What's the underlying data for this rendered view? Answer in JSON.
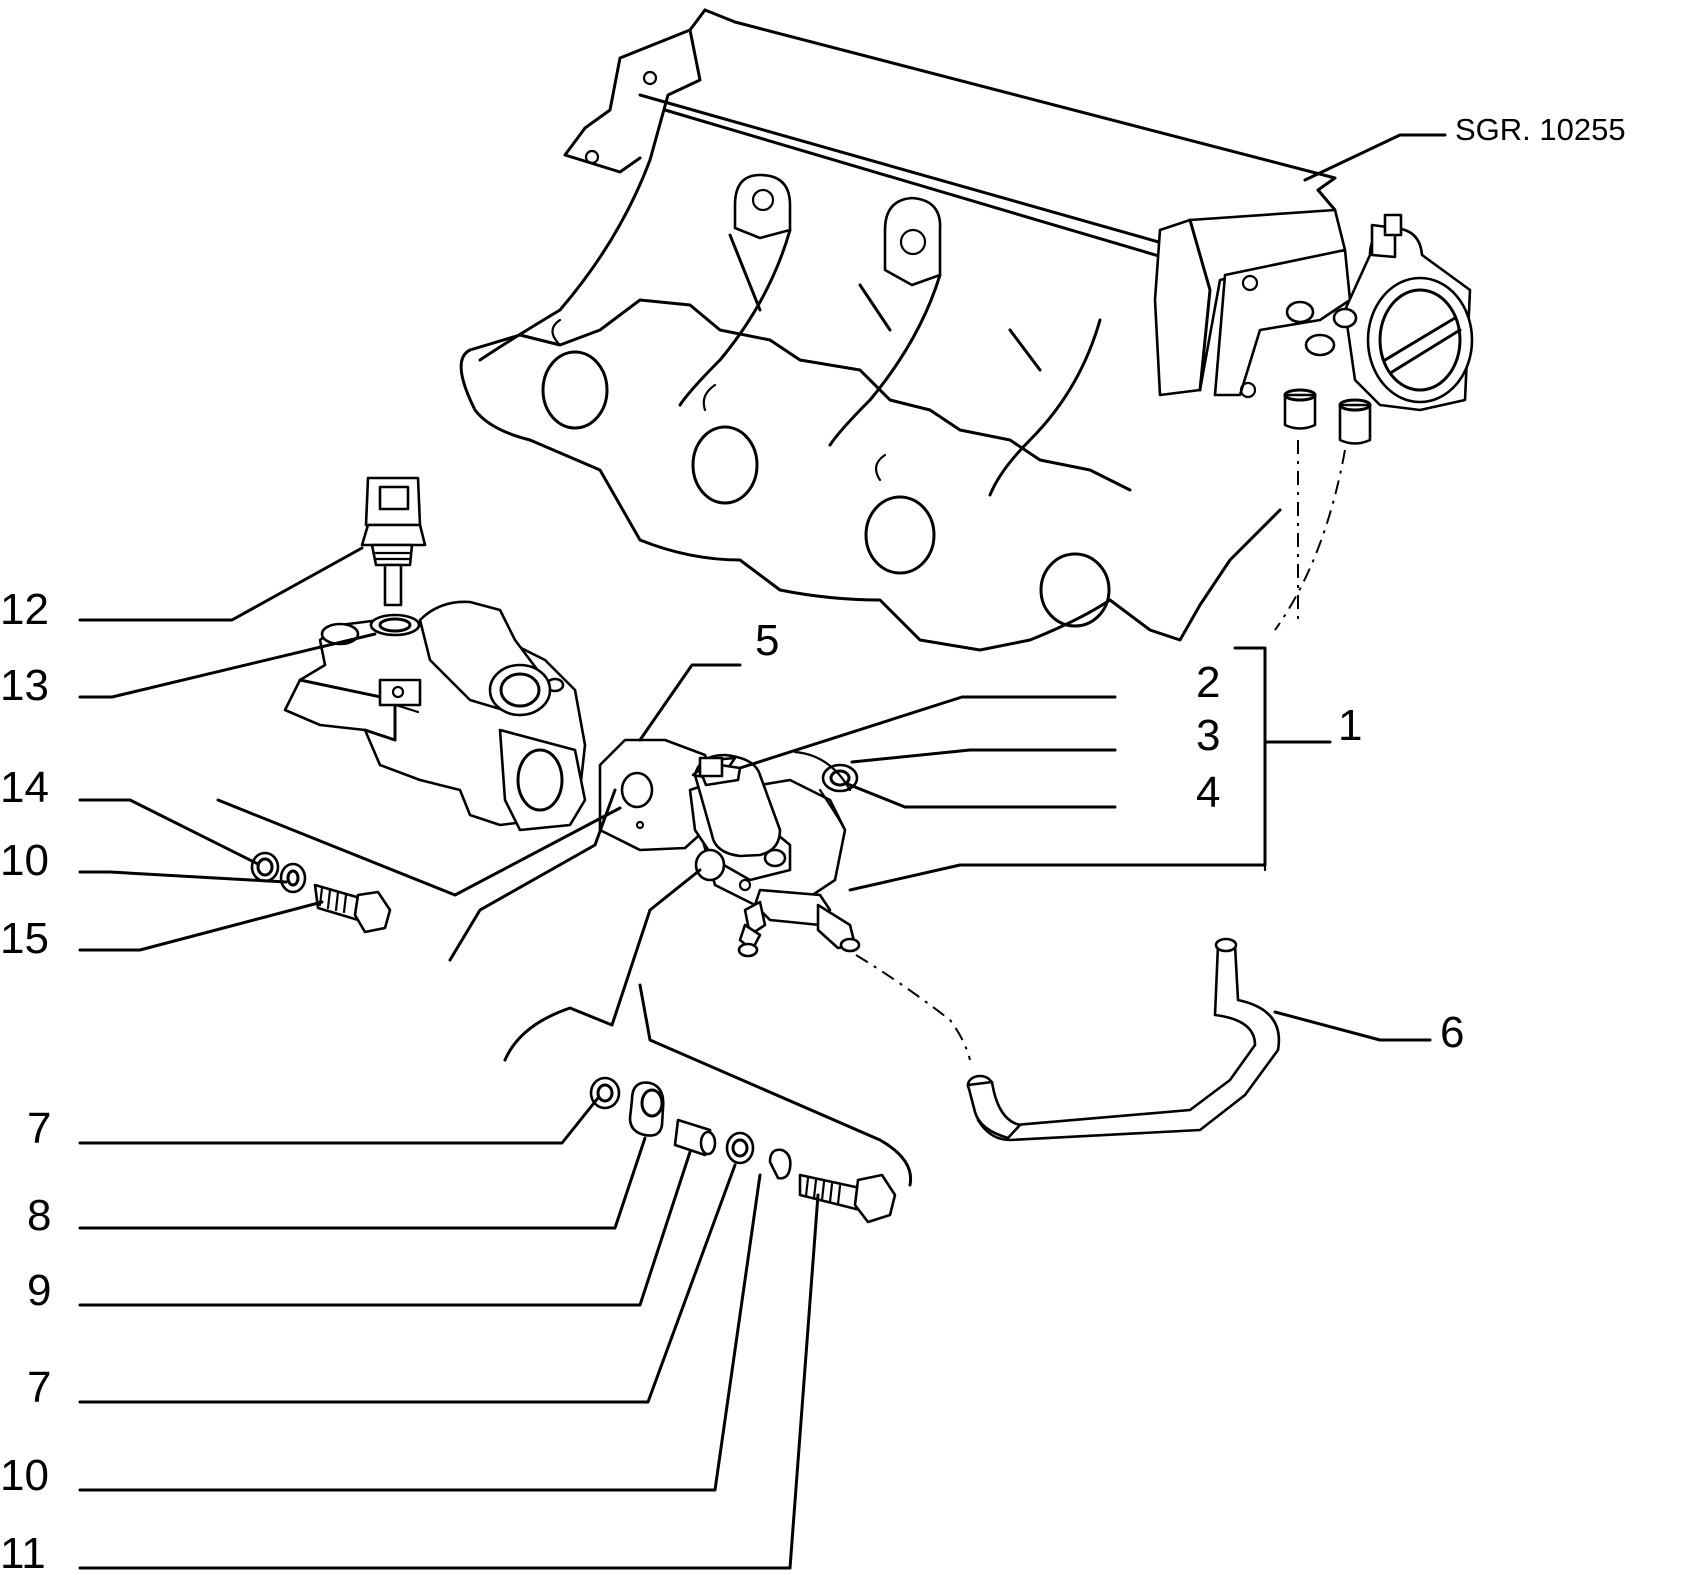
{
  "reference": "SGR. 10255",
  "callouts": {
    "c1": "1",
    "c2": "2",
    "c3": "3",
    "c4": "4",
    "c5": "5",
    "c6": "6",
    "c7a": "7",
    "c8": "8",
    "c9": "9",
    "c7b": "7",
    "c10a": "10",
    "c11": "11",
    "c12": "12",
    "c13": "13",
    "c14": "14",
    "c10b": "10",
    "c15": "15"
  }
}
